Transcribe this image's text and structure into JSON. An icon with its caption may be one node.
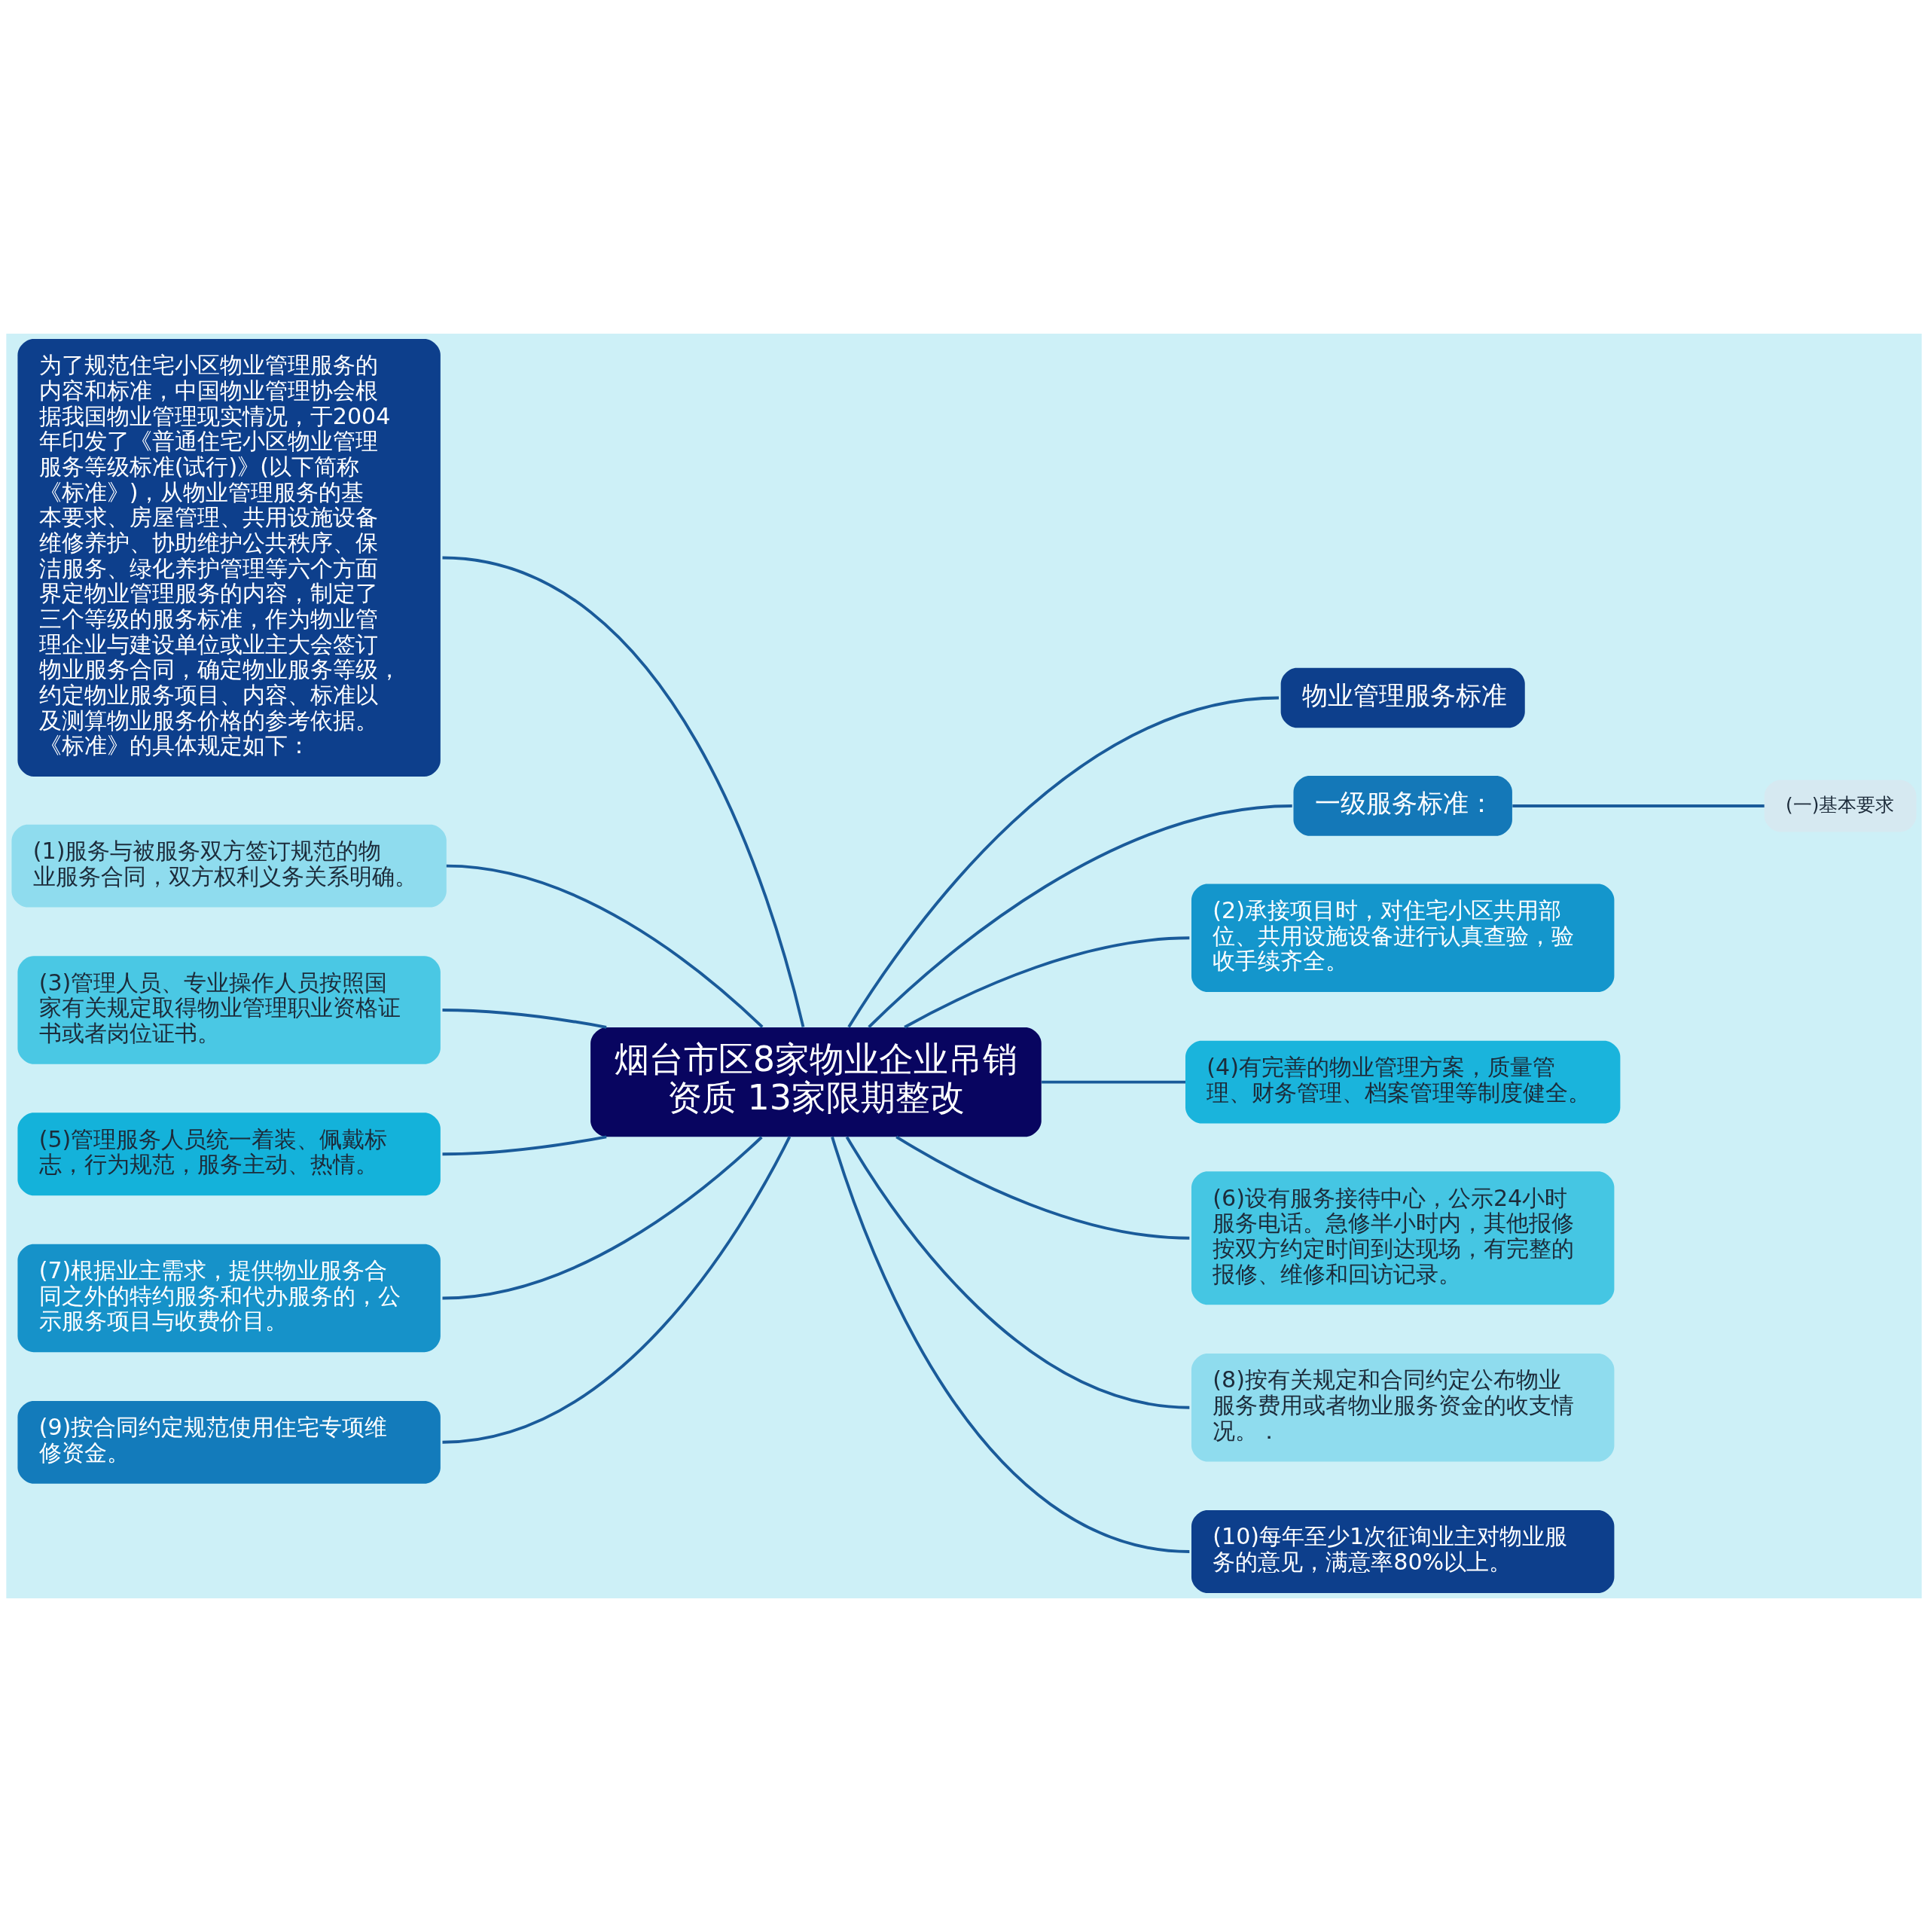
{
  "diagram": {
    "nodes": [
      {
        "text": [
          "烟台市区8家物业企业吊销资质 13家限期整改"
        ]
      },
      {
        "text": [
          "为了规范住宅小区物业管理服务的内容和标准，中国物业管理协会根据我国物业管理现实情况，于2004年印发了《普通住宅小区物业管理服务等级标准(试行)》(以下简称《标准》)，从物业管理服务的基本要求、房屋管理、共用设施设备维修养护、协助维护公共秩序、保洁服务、绿化养护管理等六个方面界定物业管理服务的内容，制定了三个等级的服务标准，作为物业管理企业与建设单位或业主大会签订物业服务合同，确定物业服务等级，约定物业服务项目、内容、标准以及测算物业服务价格的参考依据。《标准》的具体规定如下："
        ]
      },
      {
        "text": [
          "(1)服务与被服务双方签订规范的物业服务合同，双方权利义务关系明确。"
        ]
      },
      {
        "text": [
          "(3)管理人员、专业操作人员按照国家有关规定取得物业管理职业资格证书或者岗位证书。"
        ]
      },
      {
        "text": [
          "(5)管理服务人员统一着装、佩戴标志，行为规范，服务主动、热情。"
        ]
      },
      {
        "text": [
          "(7)根据业主需求，提供物业服务合同之外的特约服务和代办服务的，公示服务项目与收费价目。"
        ]
      },
      {
        "text": [
          "(9)按合同约定规范使用住宅专项维修资金。"
        ]
      },
      {
        "text": [
          "物业管理服务标准"
        ]
      },
      {
        "text": [
          "一级服务标准："
        ]
      },
      {
        "text": [
          "(一)基本要求"
        ]
      },
      {
        "text": [
          "(2)承接项目时，对住宅小区共用部位、共用设施设备进行认真查验，验收手续齐全。"
        ]
      },
      {
        "text": [
          "(4)有完善的物业管理方案，质量管理、财务管理、档案管理等制度健全。"
        ]
      },
      {
        "text": [
          "(6)设有服务接待中心，公示24小时服务电话。急修半小时内，其他报修按双方约定时间到达现场，有完整的报修、维修和回访记录。"
        ]
      },
      {
        "text": [
          "(8)按有关规定和合同约定公布物业服务费用或者物业服务资金的收支情况。．"
        ]
      },
      {
        "text": [
          "(10)每年至少1次征询业主对物业服务的意见，满意率80%以上。"
        ]
      }
    ],
    "edges": [
      {
        "from": 1,
        "to": 0,
        "arrow": "none"
      },
      {
        "from": 2,
        "to": 0,
        "arrow": "none"
      },
      {
        "from": 3,
        "to": 0,
        "arrow": "none"
      },
      {
        "from": 4,
        "to": 0,
        "arrow": "none"
      },
      {
        "from": 5,
        "to": 0,
        "arrow": "none"
      },
      {
        "from": 6,
        "to": 0,
        "arrow": "none"
      },
      {
        "from": 0,
        "to": 7,
        "arrow": "none"
      },
      {
        "from": 0,
        "to": 8,
        "arrow": "none"
      },
      {
        "from": 8,
        "to": 9,
        "arrow": "none"
      },
      {
        "from": 0,
        "to": 10,
        "arrow": "none"
      },
      {
        "from": 0,
        "to": 11,
        "arrow": "none"
      },
      {
        "from": 0,
        "to": 12,
        "arrow": "none"
      },
      {
        "from": 0,
        "to": 13,
        "arrow": "none"
      },
      {
        "from": 0,
        "to": 14,
        "arrow": "none"
      }
    ]
  }
}
